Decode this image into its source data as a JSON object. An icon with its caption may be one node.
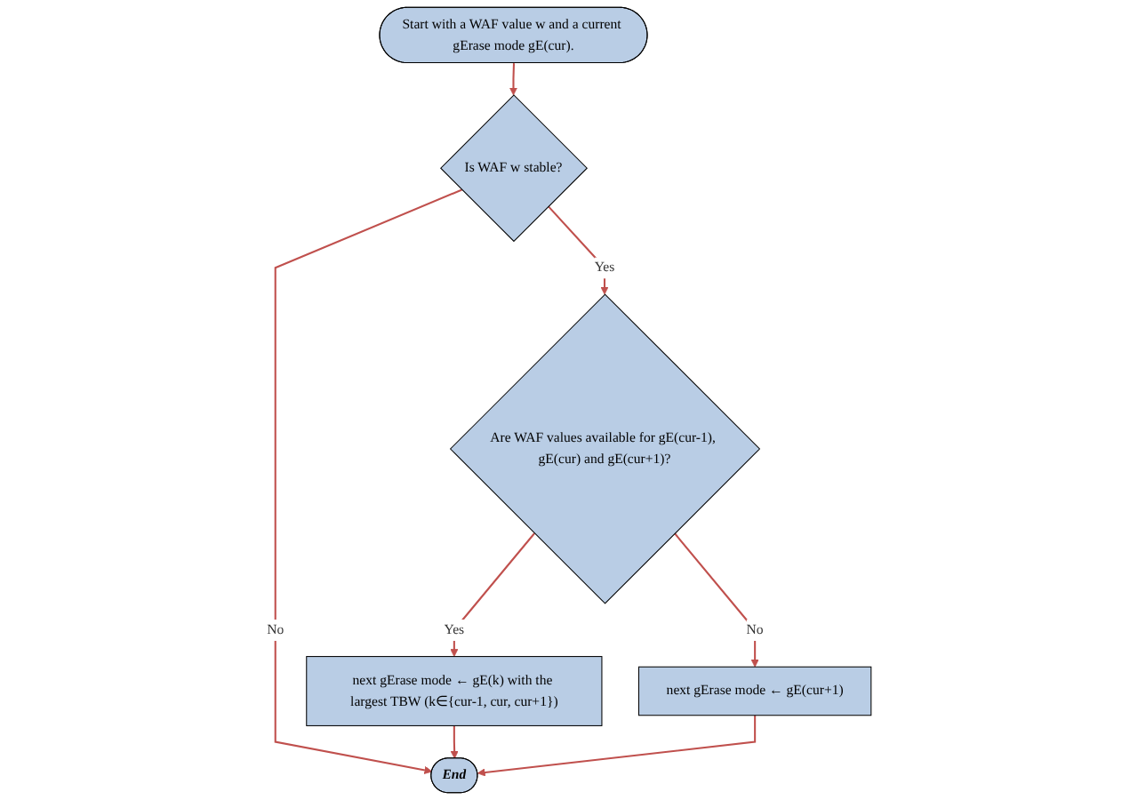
{
  "diagram": {
    "nodes": [
      {
        "text": [
          "Start with a WAF value w and a current gErase mode gE(cur)."
        ]
      },
      {
        "text": [
          "Is WAF w stable?"
        ]
      },
      {
        "text": [
          "Are WAF values available for gE(cur-1), gE(cur) and gE(cur+1)?"
        ]
      },
      {
        "text": [
          "next gErase mode ← gE(cur+1)"
        ]
      },
      {
        "text": [
          "next gErase mode ← gE(k) with the largest TBW (k∈{cur-1, cur, cur+1})"
        ]
      },
      {
        "text": [
          "End"
        ]
      }
    ],
    "edges": [
      {
        "from": 0,
        "to": 1,
        "arrow": "to"
      },
      {
        "from": 1,
        "to": 5,
        "arrow": "to",
        "label": "No"
      },
      {
        "from": 1,
        "to": 2,
        "arrow": "to",
        "label": "Yes"
      },
      {
        "from": 2,
        "to": 3,
        "arrow": "to",
        "label": "No"
      },
      {
        "from": 2,
        "to": 4,
        "arrow": "to",
        "label": "Yes"
      },
      {
        "from": 4,
        "to": 5,
        "arrow": "to"
      },
      {
        "from": 3,
        "to": 5,
        "arrow": "to"
      }
    ]
  }
}
